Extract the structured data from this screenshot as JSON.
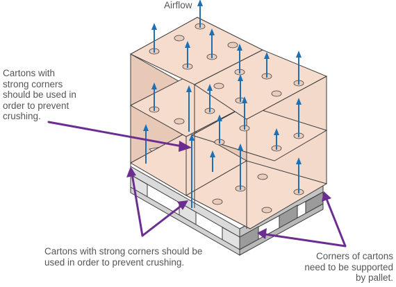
{
  "labels": {
    "airflow": "Airflow",
    "left_note": [
      "Cartons with",
      "strong corners",
      "should be used in",
      "order to prevent",
      "crushing."
    ],
    "bottom_note": [
      "Cartons with strong corners should be",
      "used in order to prevent crushing."
    ],
    "right_note": [
      "Corners of cartons",
      "need to be supported",
      "by pallet."
    ]
  },
  "colors": {
    "carton_top": "#f6dccd",
    "carton_side_left": "#e4bfaa",
    "carton_side_right": "#f0d2c0",
    "outline": "#3a3a3a",
    "pallet": "#d2d2d2",
    "pallet_dark": "#9b9b9b",
    "airflow_arrow": "#1f6fb2",
    "callout": "#6b2d8f",
    "text": "#555555"
  },
  "icons": [
    "airflow-arrow-icon",
    "callout-arrow-icon"
  ]
}
